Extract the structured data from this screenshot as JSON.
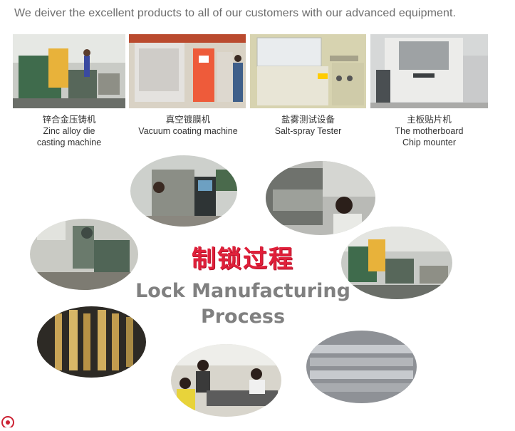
{
  "headline": "We deiver the excellent products to all of our customers with our advanced equipment.",
  "equipment": [
    {
      "cn": "锌合金压铸机",
      "en1": "Zinc alloy die",
      "en2": "casting machine"
    },
    {
      "cn": "真空镀膜机",
      "en1": "Vacuum coating machine",
      "en2": ""
    },
    {
      "cn": "盐雾测试设备",
      "en1": "Salt-spray Tester",
      "en2": ""
    },
    {
      "cn": "主板贴片机",
      "en1": "The motherboard",
      "en2": "Chip mounter"
    }
  ],
  "process": {
    "title_cn": "制锁过程",
    "title_en_line1": "Lock Manufacturing",
    "title_en_line2": "Process"
  },
  "colors": {
    "title_red": "#e0203a",
    "title_gray": "#808080",
    "text_gray": "#6d6d6d"
  }
}
